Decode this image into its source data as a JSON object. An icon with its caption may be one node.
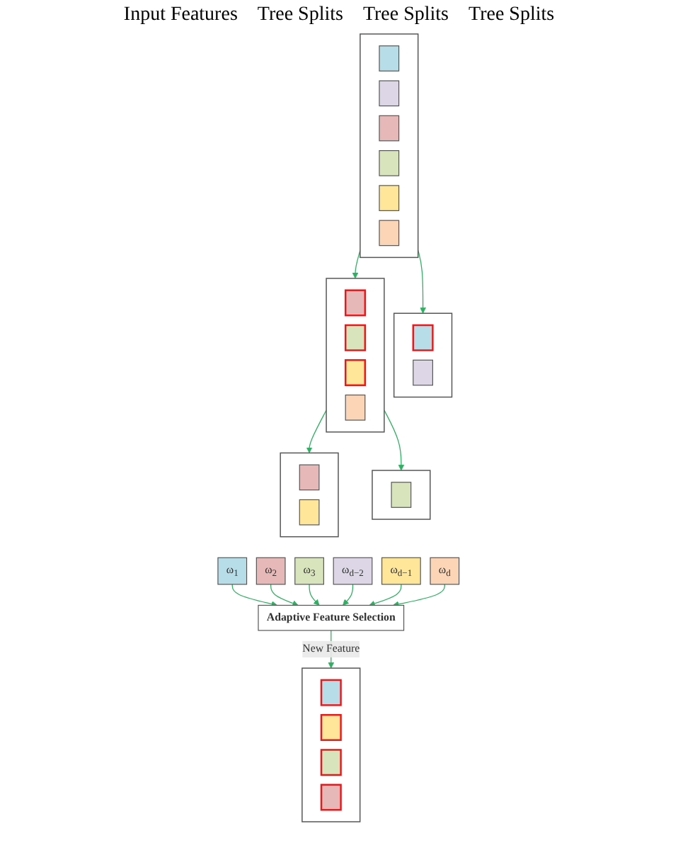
{
  "diagram": {
    "nodes": [
      {
        "text": [],
        "shape": "box"
      },
      {
        "text": [],
        "shape": "box",
        "in": 0
      },
      {
        "text": [],
        "shape": "box",
        "in": 0
      },
      {
        "text": [],
        "shape": "box",
        "in": 0
      },
      {
        "text": [],
        "shape": "box",
        "in": 0
      },
      {
        "text": [],
        "shape": "box",
        "in": 0
      },
      {
        "text": [],
        "shape": "box",
        "in": 0
      },
      {
        "text": [],
        "shape": "box"
      },
      {
        "text": [],
        "shape": "box",
        "in": 7
      },
      {
        "text": [],
        "shape": "box",
        "in": 7
      },
      {
        "text": [],
        "shape": "box"
      },
      {
        "text": [],
        "shape": "box",
        "in": 10
      },
      {
        "text": [],
        "shape": "box",
        "in": 10
      },
      {
        "text": [],
        "shape": "box",
        "in": 10
      },
      {
        "text": [],
        "shape": "box",
        "in": 10
      },
      {
        "text": [],
        "shape": "box"
      },
      {
        "text": [],
        "shape": "box",
        "in": 15
      },
      {
        "text": [],
        "shape": "box",
        "in": 15
      },
      {
        "text": [],
        "shape": "box"
      },
      {
        "text": [],
        "shape": "box",
        "in": 18
      },
      {
        "text": [
          "ω$_{1}$"
        ]
      },
      {
        "text": [
          "ω$_{2}$"
        ]
      },
      {
        "text": [
          "ω$_{3}$"
        ]
      },
      {
        "text": [
          "ω$_{d−2}$"
        ]
      },
      {
        "text": [
          "ω$_{d−1}$"
        ]
      },
      {
        "text": [
          "ω$_{d}$"
        ]
      },
      {
        "text": [
          "Adaptive Feature Selection"
        ]
      },
      {
        "text": [],
        "shape": "box"
      },
      {
        "text": [],
        "shape": "box",
        "in": 27
      },
      {
        "text": [],
        "shape": "box",
        "in": 27
      },
      {
        "text": [],
        "shape": "box",
        "in": 27
      },
      {
        "text": [],
        "shape": "box",
        "in": 27
      }
    ],
    "edges": [
      {
        "from": 0,
        "to": 7,
        "arrow": "to"
      },
      {
        "from": 0,
        "to": 10,
        "arrow": "to"
      },
      {
        "from": 10,
        "to": 15,
        "arrow": "to"
      },
      {
        "from": 10,
        "to": 18,
        "arrow": "to"
      },
      {
        "from": 20,
        "to": 26,
        "arrow": "to"
      },
      {
        "from": 21,
        "to": 26,
        "arrow": "to"
      },
      {
        "from": 22,
        "to": 26,
        "arrow": "to"
      },
      {
        "from": 23,
        "to": 26,
        "arrow": "to"
      },
      {
        "from": 24,
        "to": 26,
        "arrow": "to"
      },
      {
        "from": 25,
        "to": 26,
        "arrow": "to"
      },
      {
        "from": 26,
        "to": 27,
        "arrow": "to",
        "label": "New Feature"
      }
    ],
    "labels": [
      "Input Features",
      "Tree Splits",
      "Tree Splits",
      "Tree Splits"
    ]
  }
}
